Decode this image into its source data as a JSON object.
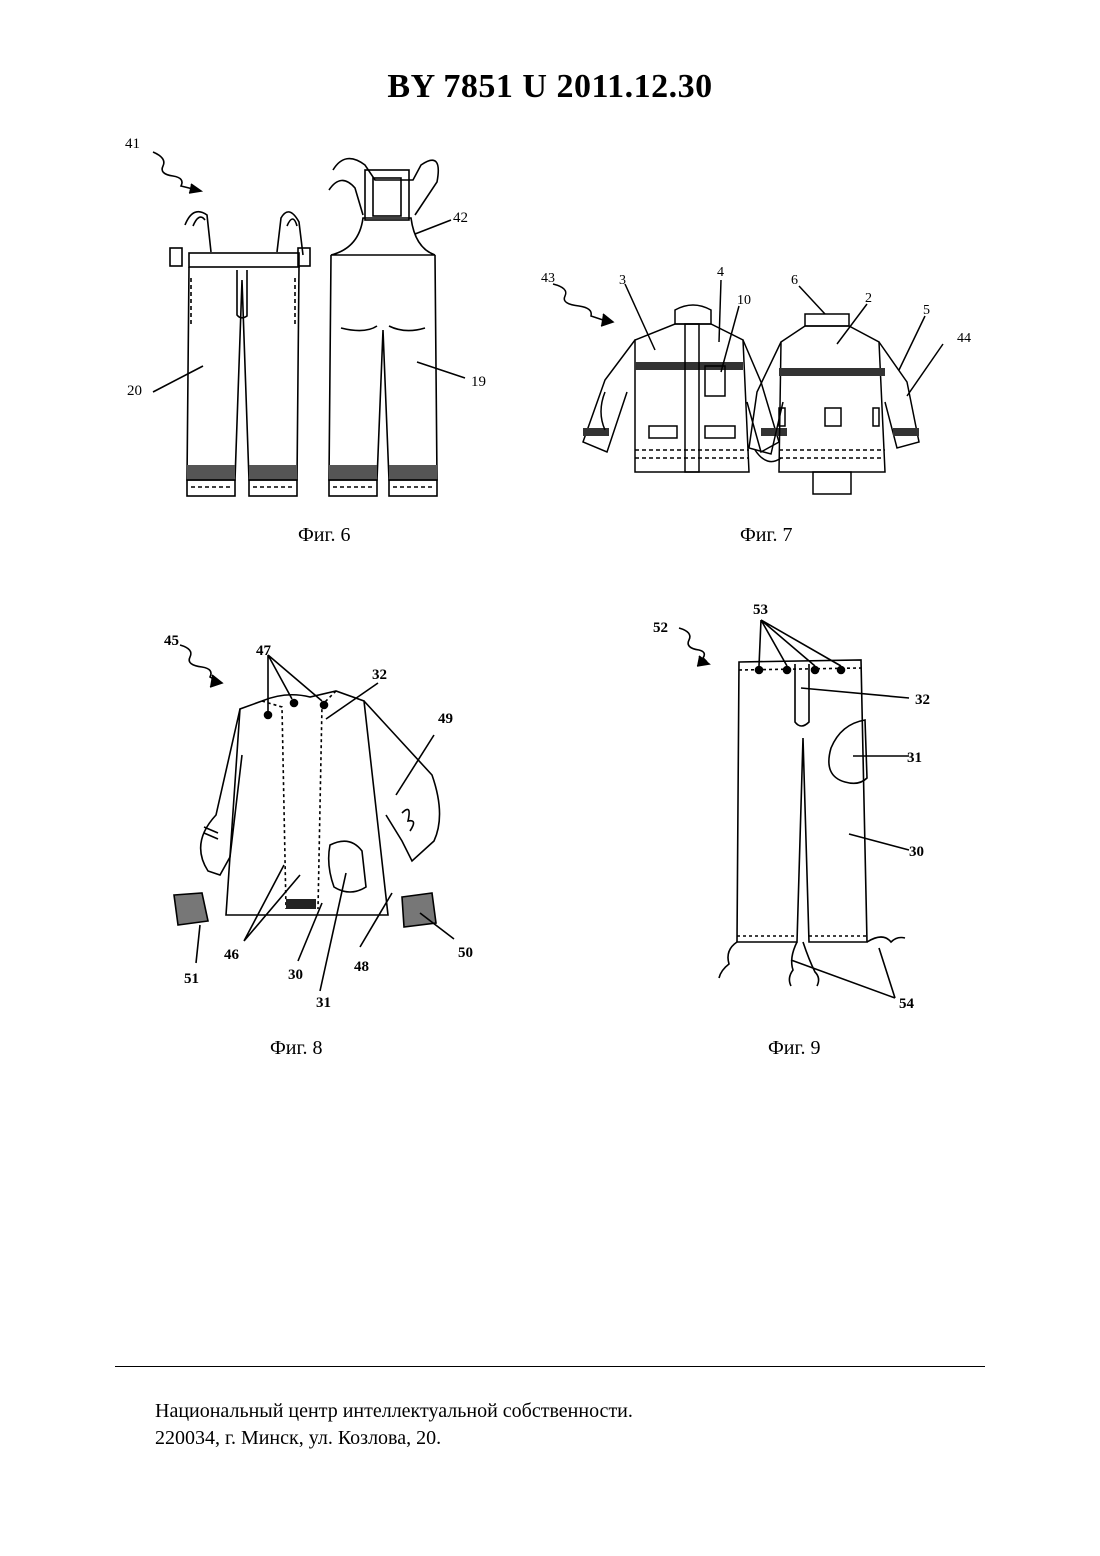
{
  "header": {
    "title": "BY  7851  U  2011.12.30"
  },
  "figures": [
    {
      "caption": "Фиг. 6",
      "labels": {
        "overall": "41",
        "straps": "42",
        "front": "20",
        "back": "19"
      }
    },
    {
      "caption": "Фиг. 7",
      "labels": {
        "jacket": "43",
        "chest": "3",
        "placket": "4",
        "pocket": "10",
        "collar": "6",
        "back_yoke": "2",
        "sleeve": "5",
        "cuff": "44"
      }
    },
    {
      "caption": "Фиг. 8",
      "labels": {
        "jacket": "45",
        "buttons": "47",
        "zip_tape": "32",
        "sleeve": "49",
        "seams": "46",
        "body": "30",
        "patch": "31",
        "ties": "48",
        "cuff_right": "50",
        "cuff_left": "51"
      }
    },
    {
      "caption": "Фиг. 9",
      "labels": {
        "trousers": "52",
        "buttons": "53",
        "fly": "32",
        "patch": "31",
        "body": "30",
        "ties": "54"
      }
    }
  ],
  "footer": {
    "line1": "Национальный центр интеллектуальной собственности.",
    "line2": "220034, г. Минск, ул. Козлова, 20."
  }
}
